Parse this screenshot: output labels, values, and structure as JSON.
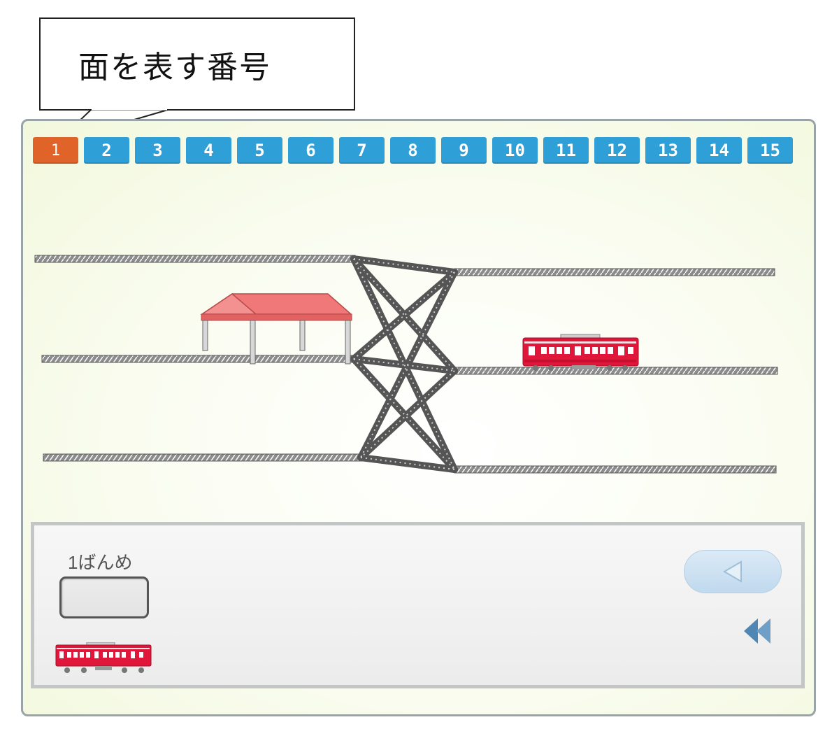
{
  "callout": {
    "text": "面を表す番号"
  },
  "stages": [
    "1",
    "2",
    "3",
    "4",
    "5",
    "6",
    "7",
    "8",
    "9",
    "10",
    "11",
    "12",
    "13",
    "14",
    "15"
  ],
  "active_stage": "1",
  "answer": {
    "label": "1ばんめ",
    "value": ""
  },
  "icons": {
    "back": "triangle-left-icon",
    "rewind": "double-chevron-left-icon",
    "train": "train-icon",
    "station": "station-roof-icon"
  },
  "colors": {
    "active_stage": "#e0642a",
    "stage": "#2f9fd8",
    "train": "#e0173a",
    "roof": "#f07878",
    "track": "#555555"
  }
}
